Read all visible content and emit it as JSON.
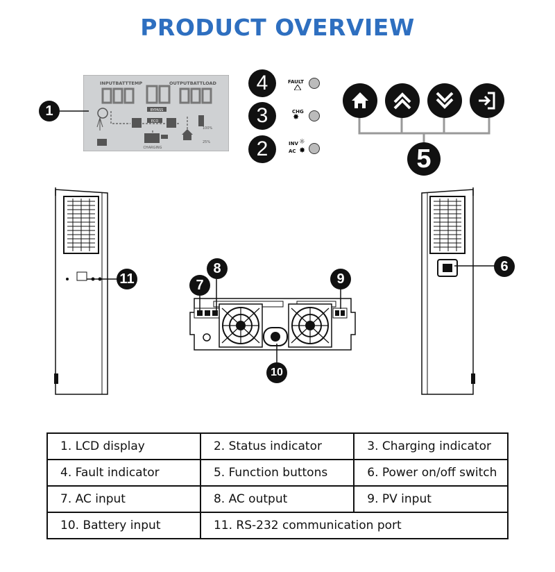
{
  "title": "PRODUCT OVERVIEW",
  "lcd": {
    "input_label": "INPUTBATTTEMP",
    "output_label": "OUTPUTBATTLOAD",
    "bypass": "BYPASS",
    "eco": "ECO",
    "charging": "CHARGING",
    "pct100": "100%",
    "pct25": "25%"
  },
  "indicators": {
    "fault": "FAULT",
    "chg": "CHG",
    "inv": "INV",
    "ac": "AC"
  },
  "callouts": [
    "1",
    "2",
    "3",
    "4",
    "5",
    "6",
    "7",
    "8",
    "9",
    "10",
    "11"
  ],
  "legend": {
    "rows": [
      [
        "1. LCD display",
        "2. Status indicator",
        "3. Charging indicator"
      ],
      [
        "4. Fault indicator",
        "5. Function buttons",
        "6. Power on/off switch"
      ],
      [
        "7. AC input",
        "8. AC output",
        "9. PV input"
      ],
      [
        "10. Battery input",
        "11. RS-232 communication port"
      ]
    ]
  },
  "colors": {
    "title": "#2e6fc0",
    "lcd_bg": "#cfd1d3",
    "badge": "#111111"
  }
}
